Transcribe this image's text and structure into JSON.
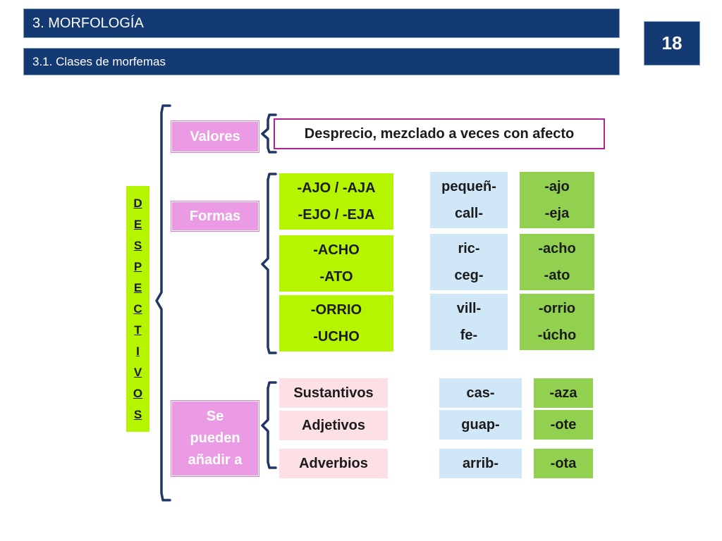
{
  "header": {
    "section_title": "3. MORFOLOGÍA",
    "subsection_title": "3.1. Clases de morfemas",
    "slide_number": "18"
  },
  "diagram": {
    "root_letters": [
      "D",
      "E",
      "S",
      "P",
      "E",
      "C",
      "T",
      "I",
      "V",
      "O",
      "S"
    ],
    "categories": {
      "valores": "Valores",
      "formas": "Formas",
      "se_pueden": [
        "Se",
        "pueden",
        "añadir a"
      ]
    },
    "valores_text": "Desprecio, mezclado a veces con afecto",
    "formas_rows": [
      {
        "suffix": [
          "-AJO / -AJA",
          "-EJO / -EJA"
        ],
        "roots": [
          "pequeñ-",
          "call-"
        ],
        "endings": [
          "-ajo",
          "-eja"
        ]
      },
      {
        "suffix": [
          "-ACHO",
          "-ATO"
        ],
        "roots": [
          "ric-",
          "ceg-"
        ],
        "endings": [
          "-acho",
          "-ato"
        ]
      },
      {
        "suffix": [
          "-ORRIO",
          "-UCHO"
        ],
        "roots": [
          "vill-",
          "fe-"
        ],
        "endings": [
          "-orrio",
          "-úcho"
        ]
      }
    ],
    "anadir_rows": [
      {
        "word_class": "Sustantivos",
        "root": "cas-",
        "ending": "-aza"
      },
      {
        "word_class": "Adjetivos",
        "root": "guap-",
        "ending": "-ote"
      },
      {
        "word_class": "Adverbios",
        "root": "arrib-",
        "ending": "-ota"
      }
    ]
  },
  "colors": {
    "header_bg": "#133a73",
    "category_pink": "#ea9be3",
    "suffix_lime": "#b5f500",
    "root_blue": "#cfe7f7",
    "ending_green": "#92d050",
    "word_class_pink": "#fde0e6",
    "bracket_navy": "#1f3766"
  }
}
